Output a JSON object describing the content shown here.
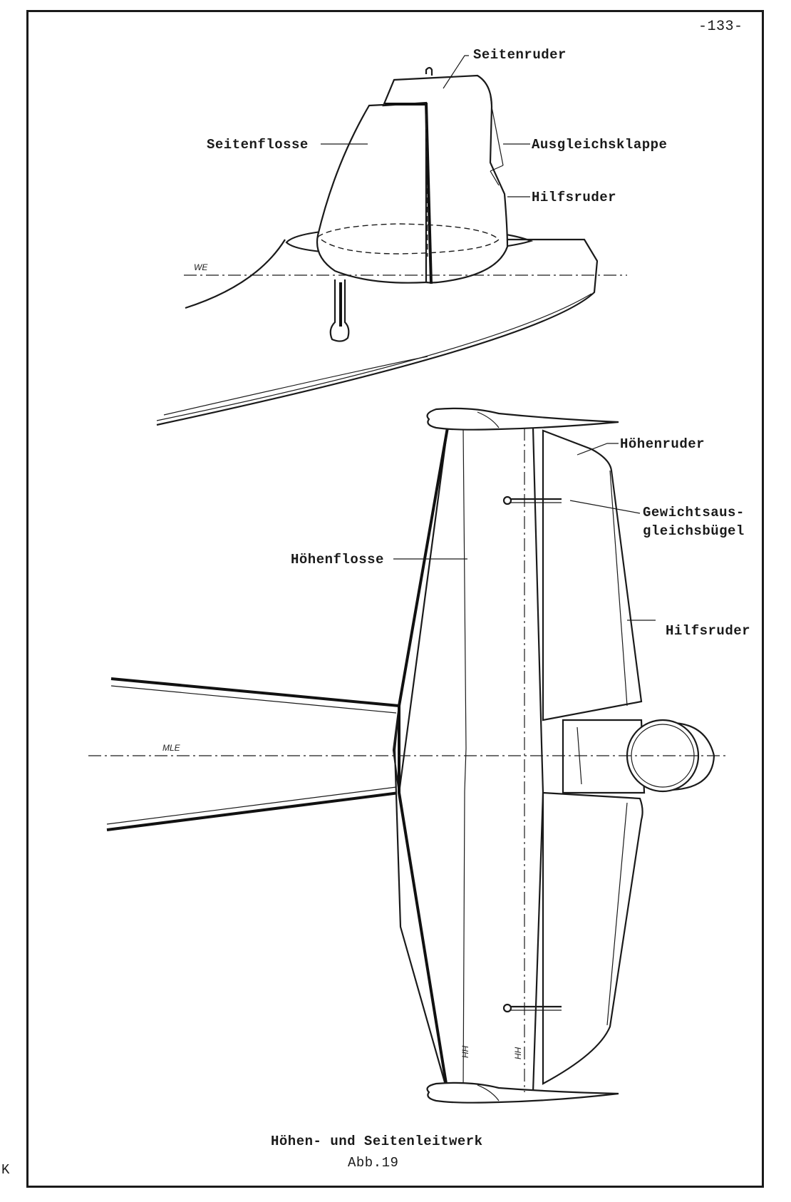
{
  "page_number": "-133-",
  "labels": {
    "seitenruder": "Seitenruder",
    "seitenflosse": "Seitenflosse",
    "ausgleichsklappe": "Ausgleichsklappe",
    "hilfsruder_top": "Hilfsruder",
    "we": "WE",
    "hoehenruder": "Höhenruder",
    "gewichts_line1": "Gewichtsaus-",
    "gewichts_line2": "gleichsbügel",
    "hoehenflosse": "Höhenflosse",
    "hilfsruder_bottom": "Hilfsruder",
    "mle": "MLE",
    "hh_1": "HH",
    "hh_2": "HH"
  },
  "caption": {
    "title": "Höhen- und Seitenleitwerk",
    "figure": "Abb.19"
  },
  "margin_mark": "K"
}
